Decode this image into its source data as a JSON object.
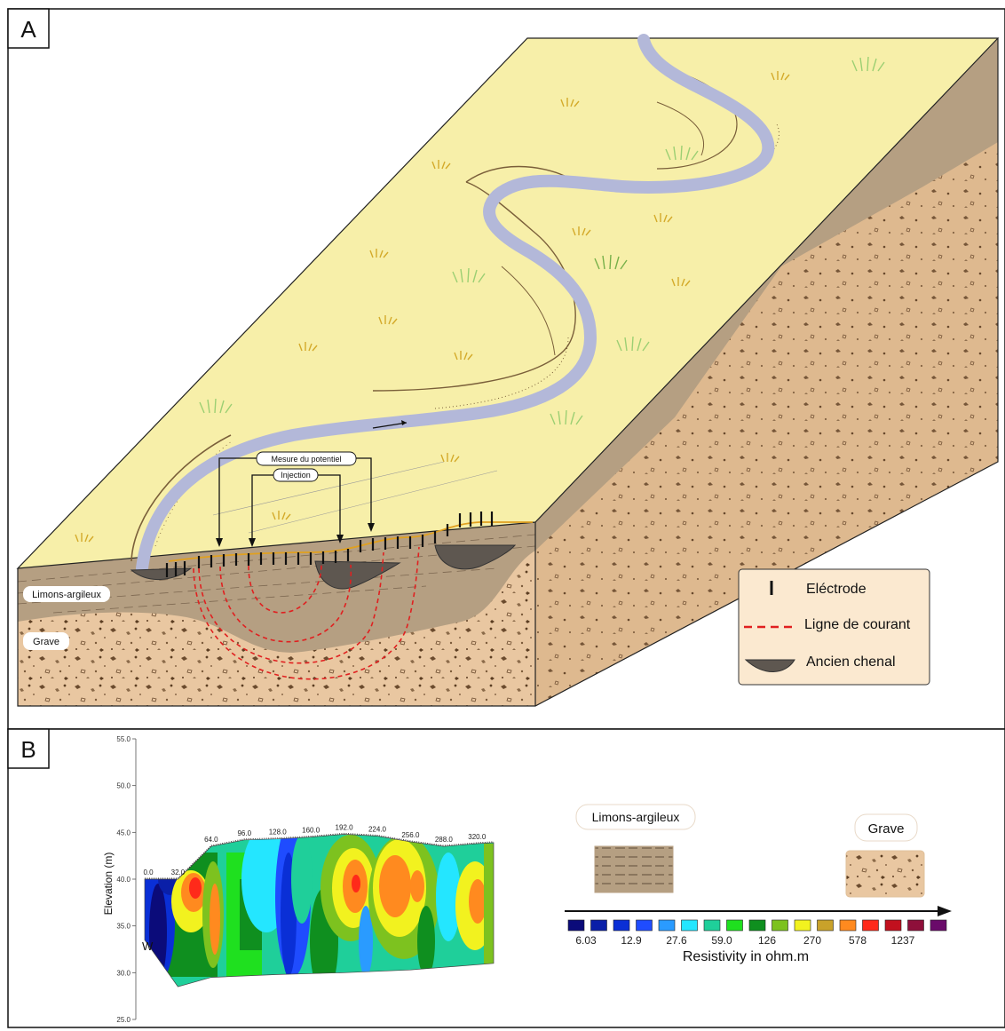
{
  "panelA": {
    "tag": "A",
    "labels": {
      "potential": "Mesure du potentiel",
      "injection": "Injection",
      "silt": "Limons-argileux",
      "gravel": "Grave"
    },
    "legend": {
      "electrode": "Eléctrode",
      "current": "Ligne de courant",
      "channel": "Ancien chenal"
    },
    "colors": {
      "surface": "#f7efa9",
      "silt": "#b59f82",
      "gravel": "#e9c7a1",
      "river": "#b3b8d9",
      "current_line": "#e02020"
    }
  },
  "panelB": {
    "tag": "B",
    "legend_silt": "Limons-argileux",
    "legend_gravel": "Grave",
    "side_label": "W",
    "colorbar_title": "Resistivity in ohm.m",
    "colorbar_colors": [
      "#0b0b7a",
      "#0a1fa8",
      "#0a2fd6",
      "#1f4cff",
      "#2a9bff",
      "#24e6ff",
      "#1fcf9a",
      "#1fe01f",
      "#0f8f1f",
      "#7dc21f",
      "#f2f21f",
      "#c9a22a",
      "#ff8a1f",
      "#ff2a1a",
      "#c2101e",
      "#8e0f3a",
      "#6a0a6a"
    ],
    "colorbar_labels": [
      "6.03",
      "12.9",
      "27.6",
      "59.0",
      "126",
      "270",
      "578",
      "1237"
    ]
  },
  "chart_data": {
    "type": "heatmap",
    "ylabel": "Elevation (m)",
    "xlabel": "",
    "ylim": [
      25,
      55
    ],
    "y_ticks": [
      "25.0",
      "30.0",
      "35.0",
      "40.0",
      "45.0",
      "50.0",
      "55.0"
    ],
    "x_ticks": [
      "0.0",
      "32.0",
      "64.0",
      "96.0",
      "128.0",
      "160.0",
      "192.0",
      "224.0",
      "256.0",
      "288.0",
      "320.0"
    ],
    "topography": [
      {
        "x": 0,
        "z": 40.0
      },
      {
        "x": 32,
        "z": 40.0
      },
      {
        "x": 64,
        "z": 43.5
      },
      {
        "x": 96,
        "z": 44.2
      },
      {
        "x": 128,
        "z": 44.3
      },
      {
        "x": 160,
        "z": 44.5
      },
      {
        "x": 192,
        "z": 44.8
      },
      {
        "x": 224,
        "z": 44.6
      },
      {
        "x": 256,
        "z": 44.0
      },
      {
        "x": 288,
        "z": 43.5
      },
      {
        "x": 320,
        "z": 43.8
      },
      {
        "x": 336,
        "z": 43.9
      }
    ],
    "bottom": [
      {
        "x": 0,
        "z": 33.5
      },
      {
        "x": 32,
        "z": 28.5
      },
      {
        "x": 64,
        "z": 29.5
      },
      {
        "x": 128,
        "z": 29.8
      },
      {
        "x": 192,
        "z": 30.0
      },
      {
        "x": 256,
        "z": 30.3
      },
      {
        "x": 336,
        "z": 31.0
      }
    ],
    "colorbar_values": [
      "6.03",
      "12.9",
      "27.6",
      "59.0",
      "126",
      "270",
      "578",
      "1237"
    ],
    "colorscale": "resistivity ohm.m (blue = low, red/purple = high)"
  }
}
